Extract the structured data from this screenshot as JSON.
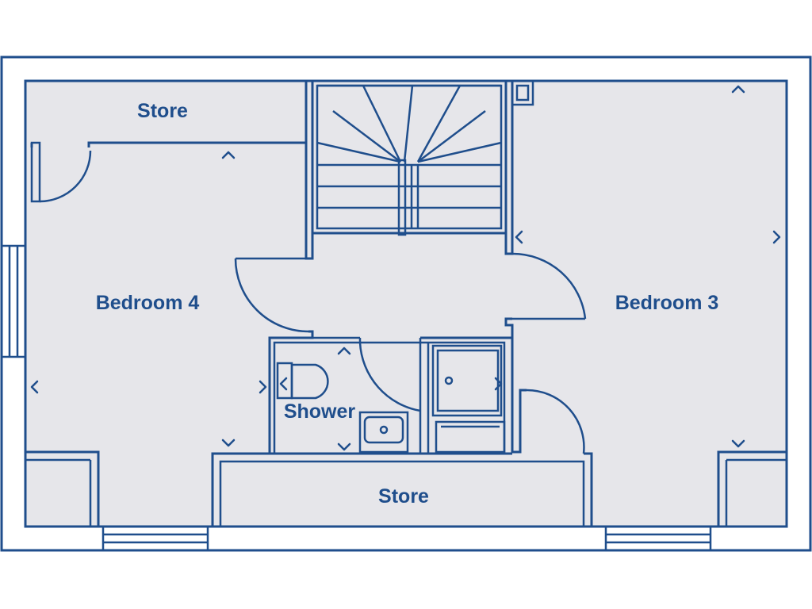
{
  "colors": {
    "line": "#1f4e8c",
    "floor": "#e6e6ea",
    "background": "#ffffff"
  },
  "rooms": {
    "store_top": "Store",
    "bedroom_4": "Bedroom 4",
    "bedroom_3": "Bedroom 3",
    "shower": "Shower",
    "store_bottom": "Store"
  }
}
